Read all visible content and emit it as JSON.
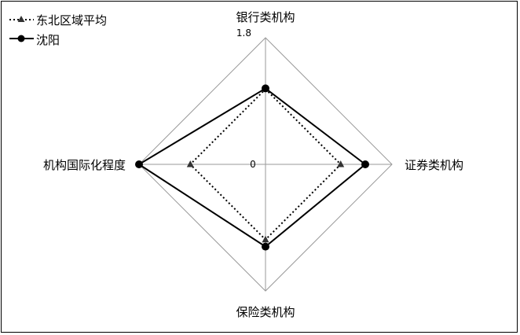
{
  "chart_data": {
    "type": "radar",
    "axes": [
      "银行类机构",
      "证券类机构",
      "保险类机构",
      "机构国际化程度"
    ],
    "rmin": 0,
    "rmax": 1.8,
    "tick_labels": [
      "0",
      "1.8"
    ],
    "legend_position": "top-left",
    "series": [
      {
        "name": "东北区域平均",
        "values": [
          1.07,
          1.07,
          1.07,
          1.07
        ],
        "line": "dotted",
        "marker": "triangle",
        "color": "#000000"
      },
      {
        "name": "沈阳",
        "values": [
          1.08,
          1.42,
          1.17,
          1.8
        ],
        "line": "solid",
        "marker": "circle",
        "color": "#000000"
      }
    ]
  }
}
